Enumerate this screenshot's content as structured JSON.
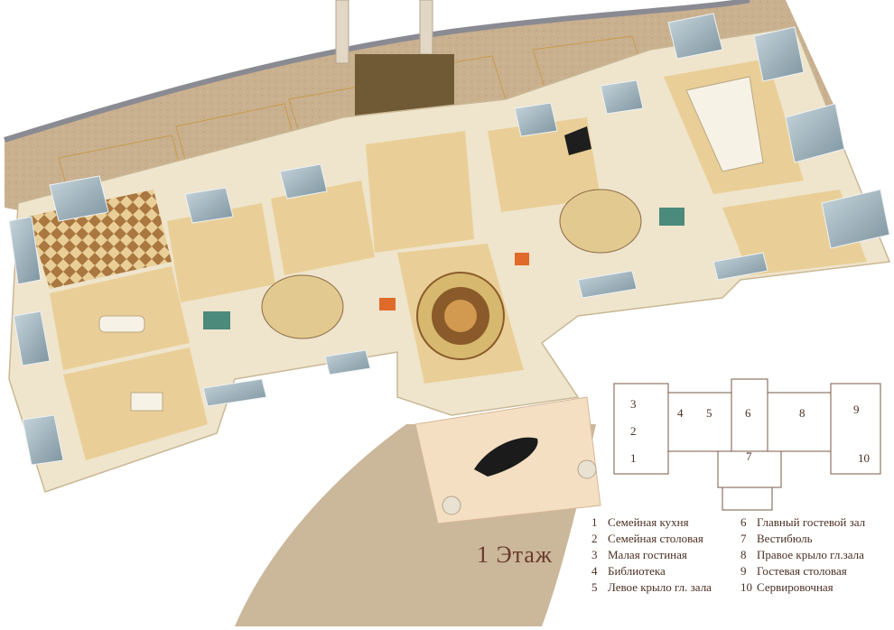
{
  "floor_title": "1 Этаж",
  "key_plan": {
    "room_numbers": [
      "1",
      "2",
      "3",
      "4",
      "5",
      "6",
      "7",
      "8",
      "9",
      "10"
    ]
  },
  "legend": [
    {
      "num": "1",
      "label": "Семейная кухня"
    },
    {
      "num": "2",
      "label": "Семейная столовая"
    },
    {
      "num": "3",
      "label": "Малая гостиная"
    },
    {
      "num": "4",
      "label": "Библиотека"
    },
    {
      "num": "5",
      "label": "Левое крыло гл. зала"
    },
    {
      "num": "6",
      "label": "Главный гостевой зал"
    },
    {
      "num": "7",
      "label": "Вестибюль"
    },
    {
      "num": "8",
      "label": "Правое крыло гл.зала"
    },
    {
      "num": "9",
      "label": "Гостевая столовая"
    },
    {
      "num": "10",
      "label": "Сервировочная"
    }
  ],
  "colors": {
    "roof_terrace": "#c9b08f",
    "floor": "#e9cf97",
    "wall": "#f3ead6",
    "glass": "#9fb3bd",
    "accent": "#6a3a28"
  }
}
